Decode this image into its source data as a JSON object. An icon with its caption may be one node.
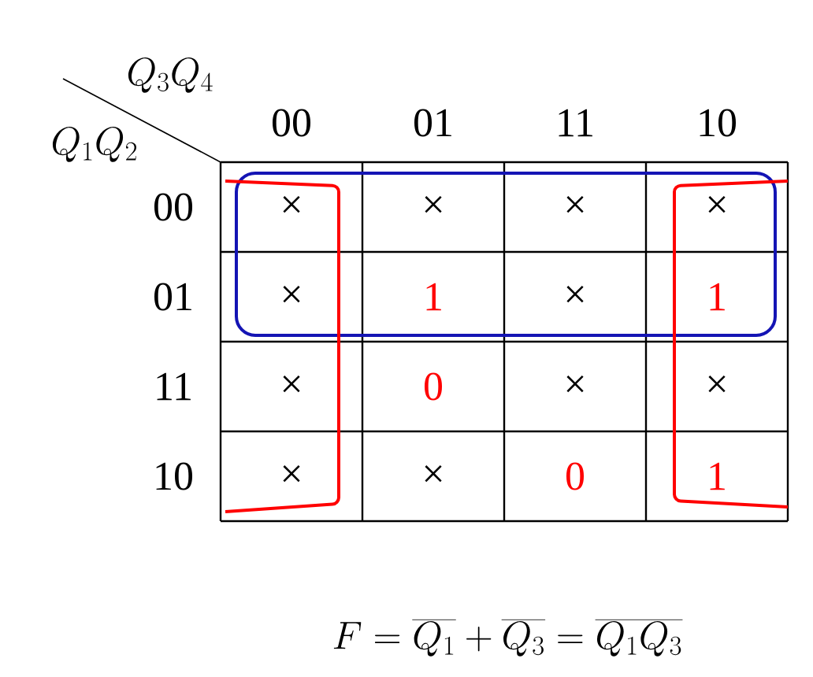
{
  "diagram": {
    "labels": [
      "Q_3Q_4",
      "Q_1Q_2",
      "00",
      "01",
      "11",
      "10",
      "00",
      "×",
      "×",
      "×",
      "×",
      "01",
      "×",
      "1",
      "×",
      "1",
      "11",
      "×",
      "0",
      "×",
      "×",
      "10",
      "×",
      "×",
      "0",
      "1",
      "F=\\overline{Q_1}+\\overline{Q_3}=\\overline{Q_1Q_3}"
    ]
  }
}
